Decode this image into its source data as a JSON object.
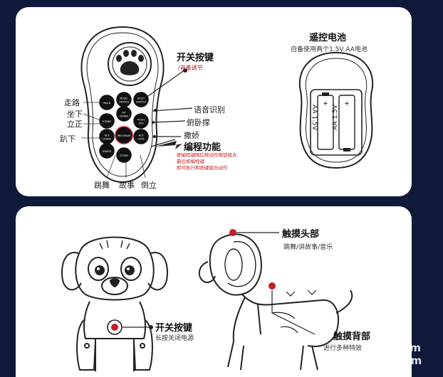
{
  "remote": {
    "buttons": [
      {
        "label": "WALK"
      },
      {
        "label": "MUSIC SWITCH"
      },
      {
        "label": "VOICE SWITCH"
      },
      {
        "label": "SIT DOWN"
      },
      {
        "label": "STAND"
      },
      {
        "label": "PUSH UPS"
      },
      {
        "label": "GET DOWN"
      },
      {
        "label": "PROGRAM"
      },
      {
        "label": "ACT CUTE"
      },
      {
        "label": "DANCE"
      },
      {
        "label": "STORY"
      }
    ],
    "left_labels": [
      "走路",
      "坐下",
      "立正",
      "趴下"
    ],
    "bottom_labels": [
      "跳舞",
      "故事",
      "倒立"
    ],
    "right_labels": {
      "power_title": "开关按键",
      "power_sub": "/音量调节",
      "voice": "语音识别",
      "pushup": "俯卧撑",
      "cute": "撒娇",
      "program_title": "编程功能",
      "program_notes": [
        "按编程键随后按动作按钮组合",
        "最后按编程键",
        "即可执行和按键组合动作"
      ]
    }
  },
  "battery": {
    "title": "遥控电池",
    "subtitle": "自备使用两个1.5V AA电池",
    "cell_label": "AA 1.5V"
  },
  "dog_front": {
    "power_title": "开关按键",
    "power_sub": "长按关闭电源"
  },
  "dog_side": {
    "head_title": "触摸头部",
    "head_sub": "跳舞/讲故事/音乐",
    "back_title": "触摸背部",
    "back_sub": "进行多种特效"
  },
  "watermark": {
    "line1": "kupujem",
    "line2": "prodajem"
  },
  "colors": {
    "accent": "#c0202a",
    "background": "#0f1a3a",
    "panel": "#ffffff"
  }
}
